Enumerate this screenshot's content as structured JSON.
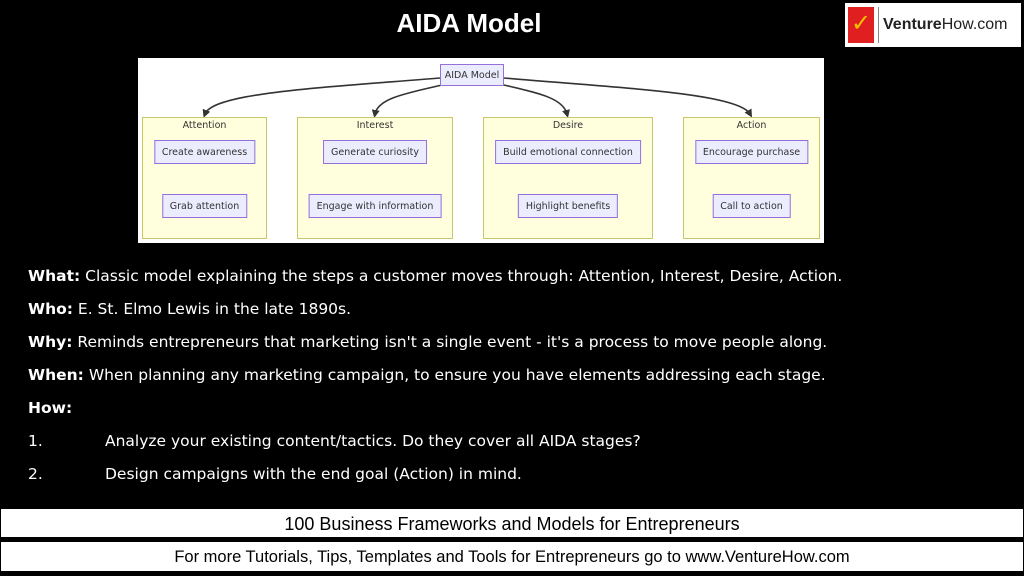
{
  "header": {
    "title": "AIDA Model",
    "logo_text_bold": "Venture",
    "logo_text_rest": "How.com"
  },
  "diagram": {
    "root": "AIDA Model",
    "stages": [
      {
        "label": "Attention",
        "nodes": [
          "Create awareness",
          "Grab attention"
        ]
      },
      {
        "label": "Interest",
        "nodes": [
          "Generate curiosity",
          "Engage with information"
        ]
      },
      {
        "label": "Desire",
        "nodes": [
          "Build emotional connection",
          "Highlight benefits"
        ]
      },
      {
        "label": "Action",
        "nodes": [
          "Encourage purchase",
          "Call to action"
        ]
      }
    ]
  },
  "content": {
    "what_label": "What:",
    "what_text": " Classic model explaining the steps a customer moves through: Attention, Interest, Desire, Action.",
    "who_label": "Who:",
    "who_text": " E. St. Elmo Lewis in the late 1890s.",
    "why_label": "Why:",
    "why_text": " Reminds entrepreneurs that marketing isn't a single event - it's a process to move people along.",
    "when_label": "When:",
    "when_text": " When planning any marketing campaign, to ensure you have elements addressing each stage.",
    "how_label": "How:",
    "steps": [
      {
        "num": "1.",
        "text": "Analyze your existing content/tactics. Do they cover all AIDA stages?"
      },
      {
        "num": "2.",
        "text": "Design campaigns with the end goal (Action) in mind."
      }
    ]
  },
  "footer": {
    "banner1": "100 Business Frameworks and Models for Entrepreneurs",
    "banner2": "For more Tutorials, Tips, Templates and Tools for Entrepreneurs go to www.VentureHow.com"
  }
}
